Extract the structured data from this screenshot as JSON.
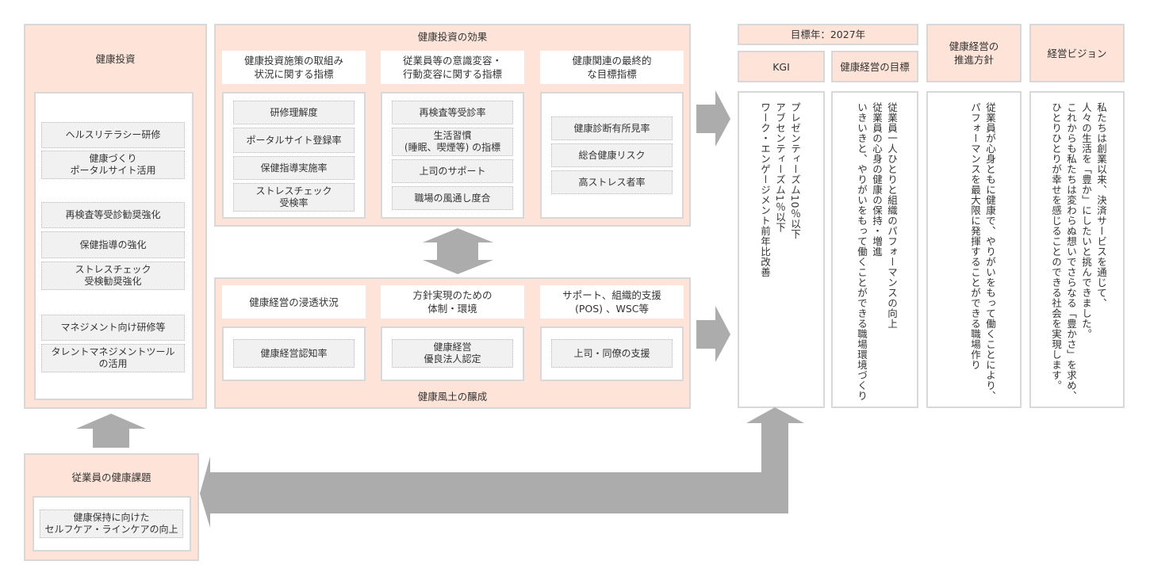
{
  "colors": {
    "peach": "#fde3d8",
    "border": "#d8d8d8",
    "item_bg": "#f1f1f1",
    "arrow": "#acacac"
  },
  "investment": {
    "title": "健康投資",
    "groups": [
      [
        "ヘルスリテラシー研修",
        "健康づくり\nポータルサイト活用"
      ],
      [
        "再検査等受診勧奨強化",
        "保健指導の強化",
        "ストレスチェック\n受検勧奨強化"
      ],
      [
        "マネジメント向け研修等",
        "タレントマネジメントツール\nの活用"
      ]
    ]
  },
  "effects": {
    "title": "健康投資の効果",
    "columns": [
      {
        "heading": "健康投資施策の取組み\n状況に関する指標",
        "items": [
          "研修理解度",
          "ポータルサイト登録率",
          "保健指導実施率",
          "ストレスチェック\n受検率"
        ]
      },
      {
        "heading": "従業員等の意識変容・\n行動変容に関する指標",
        "items": [
          "再検査等受診率",
          "生活習慣\n(睡眠、喫煙等) の指標",
          "上司のサポート",
          "職場の風通し度合"
        ]
      },
      {
        "heading": "健康関連の最終的\nな目標指標",
        "items": [
          "健康診断有所見率",
          "総合健康リスク",
          "高ストレス者率"
        ]
      }
    ]
  },
  "culture": {
    "footer": "健康風土の醸成",
    "columns": [
      {
        "heading": "健康経営の浸透状況",
        "items": [
          "健康経営認知率"
        ]
      },
      {
        "heading": "方針実現のための\n体制・環境",
        "items": [
          "健康経営\n優良法人認定"
        ]
      },
      {
        "heading": "サポート、組織的支援\n(POS) 、WSC等",
        "items": [
          "上司・同僚の支援"
        ]
      }
    ]
  },
  "target_year": "目標年：2027年",
  "kgi": {
    "title": "KGI",
    "lines": [
      "プレゼンティーズム10％以下",
      "アブセンティーズム1％以下",
      "ワーク・エンゲージメント前年比改善"
    ]
  },
  "goal": {
    "title": "健康経営の目標",
    "lines": [
      "従業員一人ひとりと組織のパフォーマンスの向上",
      "従業員の心身の健康の保持・増進",
      "いきいきと、やりがいをもって働くことができる職場環境づくり"
    ]
  },
  "policy": {
    "title": "健康経営の\n推進方針",
    "lines": [
      "従業員が心身ともに健康で、やりがいをもって働くことにより、",
      "パフォーマンスを最大限に発揮することができる職場作り"
    ]
  },
  "vision": {
    "title": "経営ビジョン",
    "lines": [
      "私たちは創業以来、決済サービスを通じて、",
      "人々の生活を「豊か」にしたいと挑んできました。",
      "これからも私たちは変わらぬ想いでさらなる「豊かさ」を求め、",
      "ひとりひとりが幸せを感じることのできる社会を実現します。"
    ]
  },
  "issues": {
    "title": "従業員の健康課題",
    "items": [
      "健康保持に向けた\nセルフケア・ラインケアの向上"
    ]
  }
}
